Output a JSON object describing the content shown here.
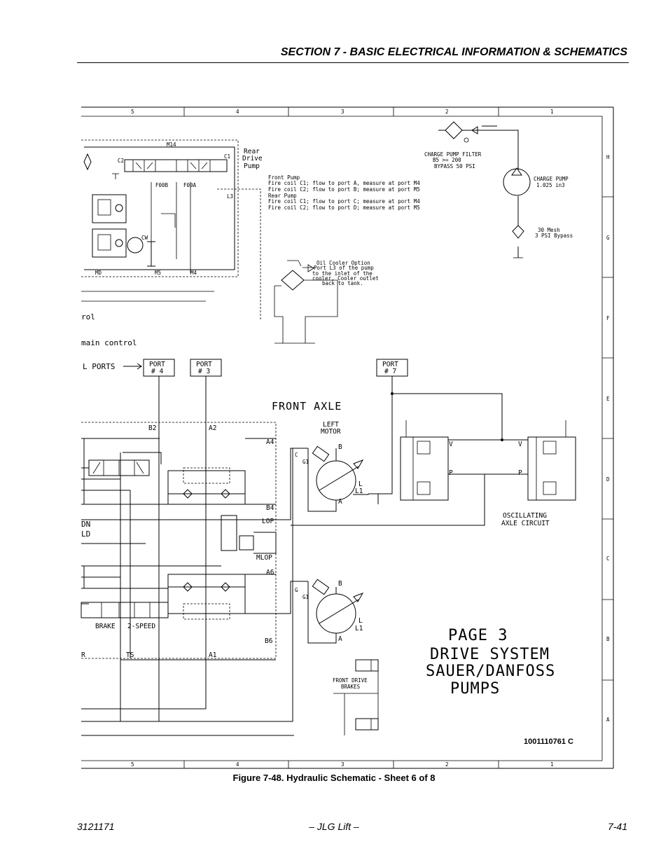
{
  "header": {
    "title": "SECTION 7 - BASIC ELECTRICAL INFORMATION & SCHEMATICS"
  },
  "frame": {
    "col_labels": [
      "5",
      "4",
      "3",
      "2",
      "1"
    ],
    "row_labels": [
      "H",
      "G",
      "F",
      "E",
      "D",
      "C",
      "B",
      "A"
    ]
  },
  "schematic": {
    "rear_pump": {
      "m14": "M14",
      "c1": "C1",
      "c2": "C2",
      "label": [
        "Rear",
        "Drive",
        "Pump"
      ],
      "f00b": "F00B",
      "f00a": "F00A",
      "l3": "L3",
      "md": "MD",
      "m5": "M5",
      "m4": "M4",
      "cw": "CW"
    },
    "pump_notes": [
      "Front Pump",
      "Fire coil C1; flow to port A, measure at port M4",
      "Fire coil C2; flow to port B; measure at port M5",
      "Rear Pump",
      "Fire coil C1; flow to port C; measure at port M4",
      "Fire coil C2; flow to port D; measure at port M5"
    ],
    "charge_filter": [
      "CHARGE PUMP FILTER",
      "B5 >= 200",
      "BYPASS 50 PSI"
    ],
    "charge_pump": [
      "CHARGE PUMP",
      "1.025 in3"
    ],
    "mesh": [
      "30 Mesh",
      "3 PSI Bypass"
    ],
    "oil_cooler": [
      "Oil Cooler Option",
      "Port L3 of the pump",
      "to the inlet of the",
      "cooler, Cooler outlet",
      "back to tank."
    ],
    "left_partial": [
      "rol",
      "main control",
      "L PORTS"
    ],
    "ports": {
      "port4": [
        "PORT",
        "# 4"
      ],
      "port3": [
        "PORT",
        "# 3"
      ],
      "port7": [
        "PORT",
        "# 7"
      ]
    },
    "front_axle": "FRONT AXLE",
    "left_motor": [
      "LEFT",
      "MOTOR"
    ],
    "motor_ports": {
      "b": "B",
      "a": "A",
      "c": "C",
      "g1": "G1",
      "l": "L",
      "l1": "L1",
      "g": "G"
    },
    "manifold": {
      "b2": "B2",
      "a2": "A2",
      "a4": "A4",
      "b4": "B4",
      "lop": "LOP",
      "mlop": "MLOP",
      "a6": "A6",
      "b6": "B6",
      "r": "R",
      "ts": "TS",
      "a1": "A1"
    },
    "left_partial_lower": [
      "DN",
      "LD"
    ],
    "brake_label": "BRAKE",
    "two_speed_label": "2-SPEED",
    "osc": {
      "v": "V",
      "p": "P",
      "label": [
        "OSCILLATING",
        "AXLE CIRCUIT"
      ]
    },
    "front_brakes": [
      "FRONT DRIVE",
      "BRAKES"
    ],
    "page_title": [
      "PAGE 3",
      "DRIVE SYSTEM",
      "SAUER/DANFOSS",
      "PUMPS"
    ],
    "doc_number": "1001110761 C"
  },
  "caption": "Figure 7-48.  Hydraulic Schematic - Sheet 6 of 8",
  "footer": {
    "left": "3121171",
    "center": "– JLG Lift –",
    "right": "7-41"
  }
}
